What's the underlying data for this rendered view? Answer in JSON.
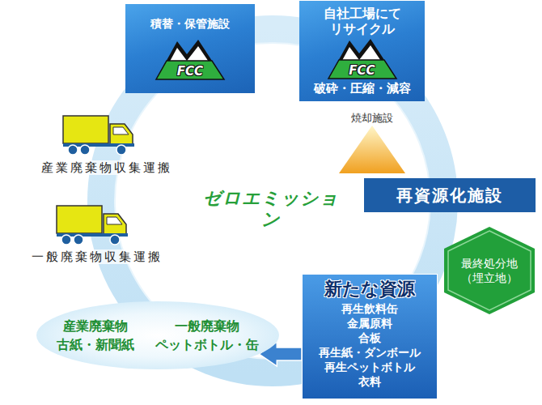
{
  "diagram": {
    "nodes": [
      {
        "text": [
          "積替・保管施設",
          "FCC"
        ]
      },
      {
        "text": [
          "自社工場にて リサイクル",
          "FCC",
          "破砕・圧縮・減容"
        ]
      },
      {
        "text": [
          "焼却施設"
        ]
      },
      {
        "text": [
          "再資源化施設"
        ]
      },
      {
        "text": [
          "最終処分地 （埋立地）"
        ]
      },
      {
        "text": [
          "新たな資源",
          "再生飲料缶",
          "金属原料",
          "合板",
          "再生紙・ダンボール",
          "再生ペットボトル",
          "衣料"
        ]
      },
      {
        "text": [
          "産業廃棄物",
          "一般廃棄物",
          "古紙・新聞紙",
          "ペットボトル・缶"
        ]
      }
    ],
    "edges": [
      {
        "from": 5,
        "to": 6,
        "arrow": "to"
      }
    ],
    "labels": [
      "産業廃棄物収集運搬",
      "ゼロエミッション",
      "一般廃棄物収集運搬"
    ]
  }
}
